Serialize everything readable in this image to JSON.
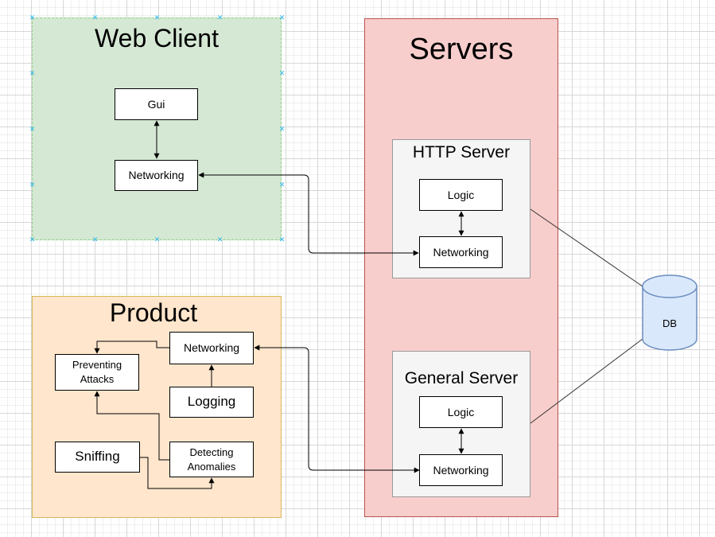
{
  "web_client": {
    "title": "Web Client",
    "gui": "Gui",
    "networking": "Networking"
  },
  "servers": {
    "title": "Servers",
    "http_server": {
      "title": "HTTP Server",
      "logic": "Logic",
      "networking": "Networking"
    },
    "general_server": {
      "title": "General Server",
      "logic": "Logic",
      "networking": "Networking"
    }
  },
  "product": {
    "title": "Product",
    "networking": "Networking",
    "preventing_attacks": "Preventing Attacks",
    "logging": "Logging",
    "sniffing": "Sniffing",
    "detecting_anomalies": "Detecting Anomalies"
  },
  "db": {
    "label": "DB"
  },
  "colors": {
    "web_client_fill": "#d5e8d4",
    "servers_fill": "#f8cecc",
    "product_fill": "#ffe6cc",
    "server_group_fill": "#f5f5f5",
    "db_fill": "#dae8fc",
    "db_stroke": "#6c8ebf",
    "selection_handle": "#29b6f2"
  }
}
